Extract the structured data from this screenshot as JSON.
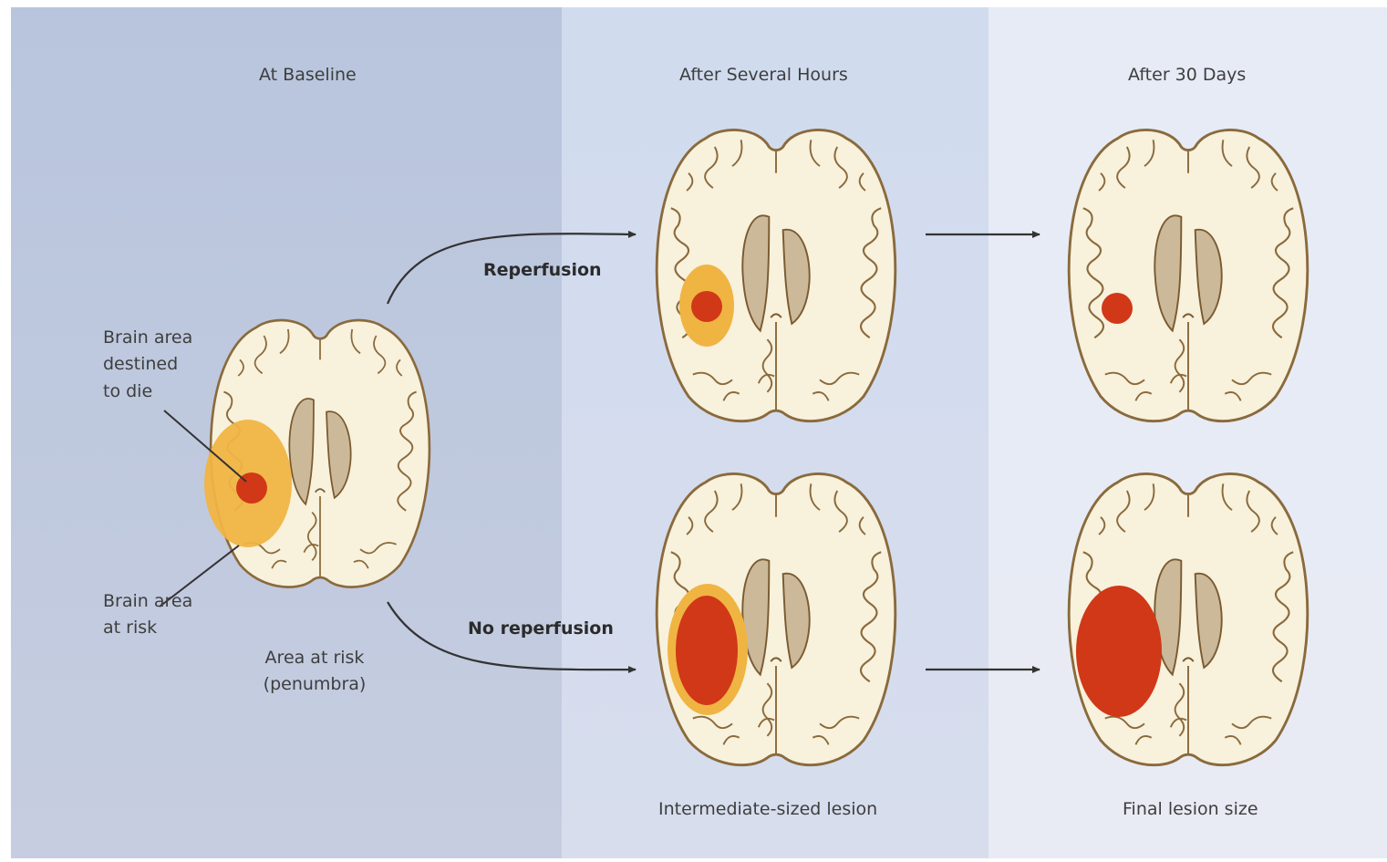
{
  "panels": [
    {
      "title": "At Baseline"
    },
    {
      "title": "After Several Hours"
    },
    {
      "title": "After 30 Days"
    }
  ],
  "labels": {
    "destined": "Brain area\ndestined\nto die",
    "at_risk": "Brain area\nat risk",
    "penumbra": "Area at risk\n(penumbra)",
    "reperfusion": "Reperfusion",
    "no_reperfusion": "No reperfusion",
    "intermediate": "Intermediate-sized lesion",
    "final": "Final lesion size"
  },
  "colors": {
    "panel_1": "#b8c5dd",
    "panel_2": "#d0dbee",
    "panel_3": "#e6ebf6",
    "brain_fill": "#f8f1dc",
    "brain_outline": "#8a6a3c",
    "ventricle": "#cbb99a",
    "penumbra": "#f0b443",
    "core": "#d03818",
    "arrow": "#333333"
  }
}
